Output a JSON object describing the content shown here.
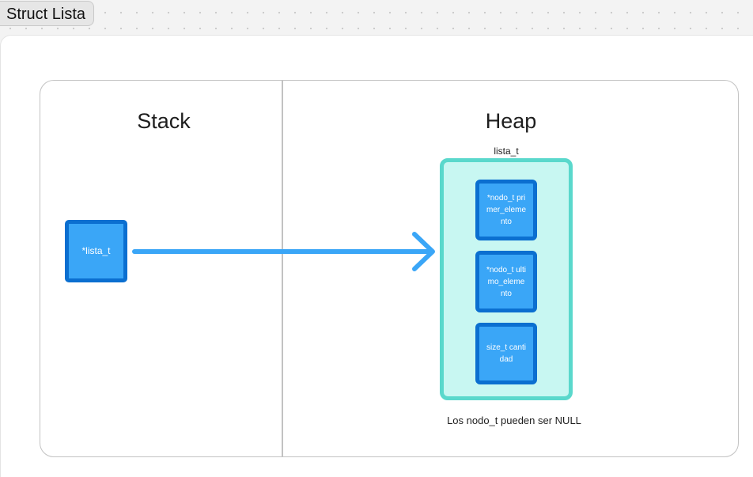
{
  "frame": {
    "label": "Struct Lista"
  },
  "sections": {
    "stack_title": "Stack",
    "heap_title": "Heap"
  },
  "stack": {
    "pointer_label": "*lista_t"
  },
  "heap": {
    "struct_name": "lista_t",
    "fields": [
      {
        "text": "*nodo_t primer_elemento"
      },
      {
        "text": "*nodo_t ultimo_elemento"
      },
      {
        "text": "size_t cantidad"
      }
    ],
    "note": "Los nodo_t pueden ser NULL"
  },
  "colors": {
    "node_fill": "#3aa6f7",
    "node_border": "#0b6fd0",
    "struct_fill": "#c8f7f2",
    "struct_border": "#5ad8cc",
    "arrow": "#3aa6f7"
  }
}
